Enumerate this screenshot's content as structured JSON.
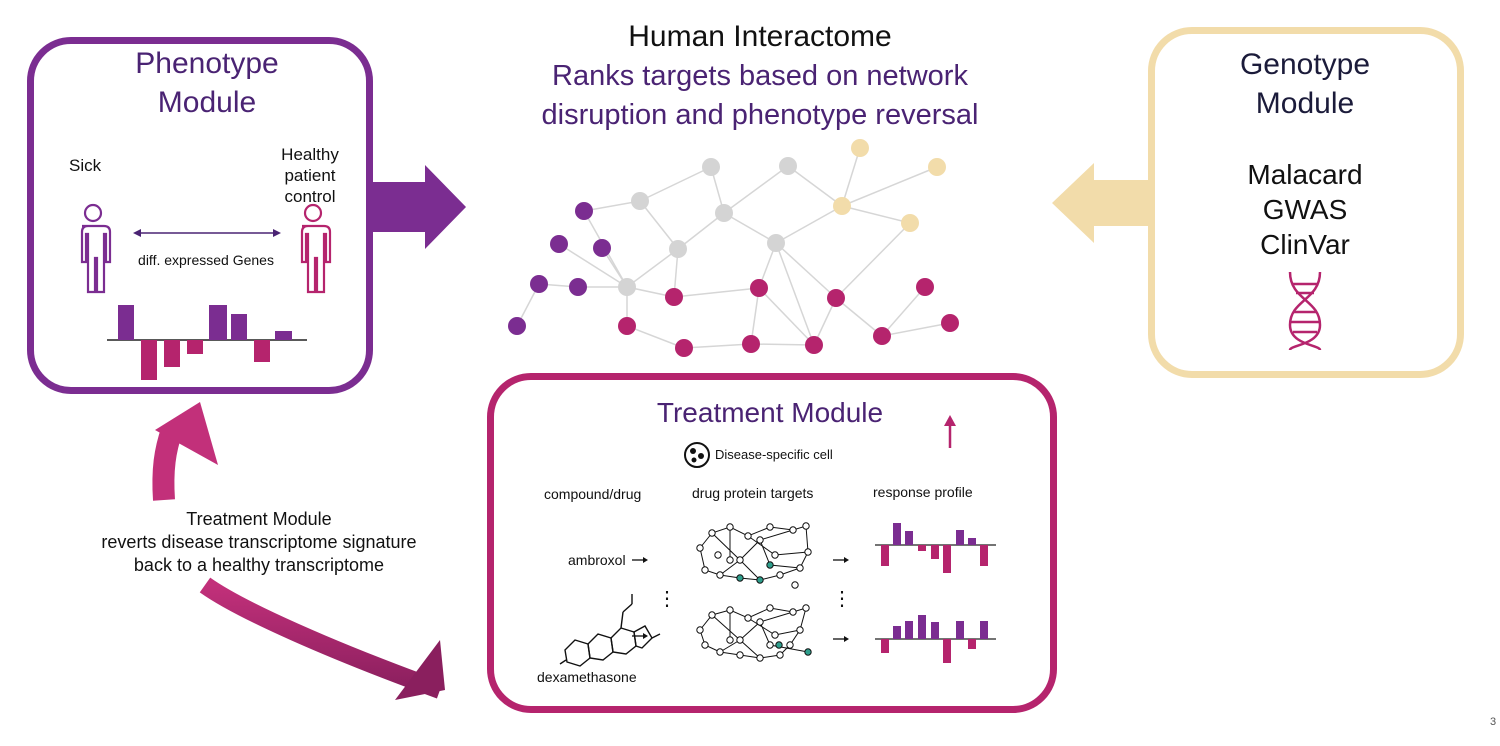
{
  "header": {
    "title": "Human Interactome",
    "subtitle_line1": "Ranks targets based on network",
    "subtitle_line2": "disruption and phenotype reversal"
  },
  "phenotype_module": {
    "title_line1": "Phenotype",
    "title_line2": "Module",
    "sick_label": "Sick",
    "healthy_line1": "Healthy",
    "healthy_line2": "patient",
    "healthy_line3": "control",
    "arrow_label": "diff. expressed Genes"
  },
  "genotype_module": {
    "title_line1": "Genotype",
    "title_line2": "Module",
    "sources": [
      "Malacard",
      "GWAS",
      "ClinVar"
    ]
  },
  "treatment_module": {
    "title": "Treatment Module",
    "cell_label": "Disease-specific cell",
    "col_compound": "compound/drug",
    "col_targets": "drug protein targets",
    "col_response": "response profile",
    "drug1": "ambroxol",
    "drug2": "dexamethasone",
    "dots": "⋮"
  },
  "feedback_caption": {
    "line1": "Treatment Module",
    "line2": "reverts disease transcriptome signature",
    "line3": "back to a healthy transcriptome"
  },
  "page_number": "3",
  "colors": {
    "purple": "#7b2d91",
    "magenta": "#b5246d",
    "gold": "#f2dcaa",
    "gray_node": "#d4d4d4",
    "teal_node": "#2e9e8c"
  }
}
